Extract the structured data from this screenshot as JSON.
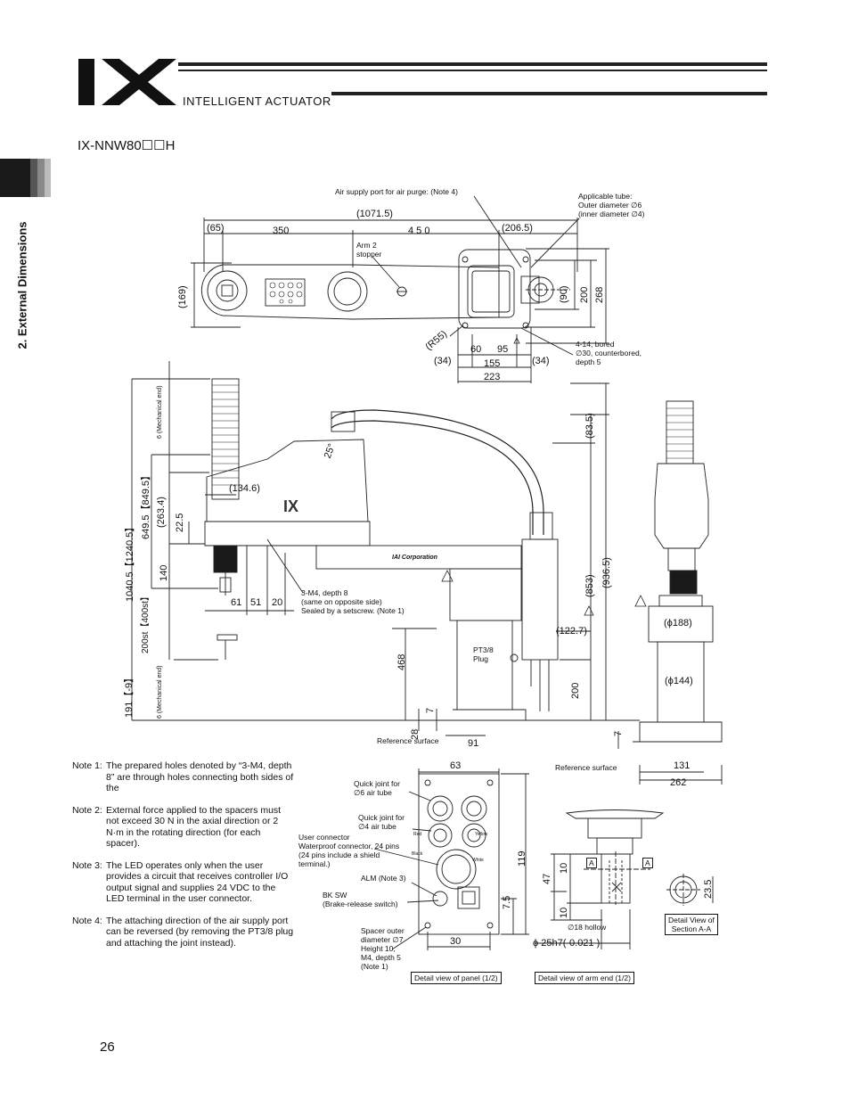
{
  "header": {
    "logo": "IX",
    "brand": "INTELLIGENT ACTUATOR"
  },
  "model": "IX-NNW80☐☐H",
  "section_title": "2. External Dimensions",
  "top_view": {
    "labels": {
      "air_supply": "Air supply port for air purge: (Note 4)",
      "tube": "Applicable tube:\nOuter diameter ∅6\n(inner diameter ∅4)",
      "stopper": "Arm 2\nstopper",
      "bored": "4-14, bored\n∅30, counterbored,\ndepth 5"
    },
    "dims": {
      "d1071": "(1071.5)",
      "d65": "(65)",
      "d350": "350",
      "d450": "4 5 0",
      "d206": "(206.5)",
      "d169": "(169)",
      "d90": "(90)",
      "d200": "200",
      "d268": "268",
      "r55": "(R55)",
      "d60": "60",
      "d95": "95",
      "d34a": "(34)",
      "d155": "155",
      "d34b": "(34)",
      "d223": "223"
    }
  },
  "side_view": {
    "labels": {
      "holes": "3-M4, depth 8\n(same on opposite side)\nSealed by a setscrew. (Note 1)",
      "plug": "PT3/8\nPlug",
      "ref1": "Reference surface",
      "ref2": "Reference surface",
      "mech1": "6 (Mechanical end)",
      "mech2": "6 (Mechanical end)",
      "arm_text": "IAI Corporation"
    },
    "dims": {
      "d1040": "1040.5【1240.5】",
      "d649": "649.5【849.5】",
      "d263": "(263.4)",
      "d225": "22.5",
      "d140": "140",
      "d1346": "(134.6)",
      "d25": "25°",
      "d61": "61",
      "d51": "51",
      "d20": "20",
      "d400": "200st【400st】",
      "d191": "191【-9】",
      "d468": "468",
      "d28": "28",
      "d7a": "7",
      "d91": "91",
      "d835": "(83.5)",
      "d853": "(853)",
      "d936": "(936.5)",
      "d1227": "(122.7)",
      "d200b": "200",
      "d188": "(ϕ188)",
      "d144": "(ϕ144)",
      "d7b": "7",
      "d131": "131",
      "d262": "262"
    }
  },
  "notes": [
    {
      "num": "Note 1:",
      "text": "The prepared holes denoted by “3-M4, depth 8” are through holes connecting both sides of the"
    },
    {
      "num": "Note 2:",
      "text": "External force applied to the spacers must not exceed 30 N in the axial direction or 2 N·m in the rotating direction (for each spacer)."
    },
    {
      "num": "Note 3:",
      "text": "The LED operates only when the user provides a circuit that receives controller I/O output signal and supplies 24 VDC to the LED terminal in the user connector."
    },
    {
      "num": "Note 4:",
      "text": "The attaching direction of the air supply port can be reversed (by removing the PT3/8 plug and attaching the joint instead)."
    }
  ],
  "panel": {
    "labels": {
      "qj6": "Quick joint for\n∅6 air tube",
      "qj4": "Quick joint for\n∅4 air tube",
      "user": "User connector\nWaterproof connector, 24 pins\n(24 pins include a shield\nterminal.)",
      "alm": "ALM (Note 3)",
      "bksw": "BK SW\n(Brake-release switch)",
      "spacer": "Spacer outer\ndiameter ∅7\nHeight 10,\nM4, depth 5\n(Note 1)",
      "red": "Red",
      "yellow": "Yellow",
      "black": "Black",
      "white": "White"
    },
    "dims": {
      "d63": "63",
      "d119": "119",
      "d75": "7.5",
      "d30": "30"
    },
    "caption": "Detail view of panel (1/2)"
  },
  "arm_end": {
    "labels": {
      "hollow": "∅18 hollow",
      "a1": "A",
      "a2": "A"
    },
    "dims": {
      "d10a": "10",
      "d47": "47",
      "d10b": "10",
      "d25h7": "ϕ 25h7(-0.021 )",
      "d235": "23.5"
    },
    "caption": "Detail view of arm end (1/2)",
    "section_caption": "Detail View of\nSection A-A"
  },
  "page_number": "26"
}
